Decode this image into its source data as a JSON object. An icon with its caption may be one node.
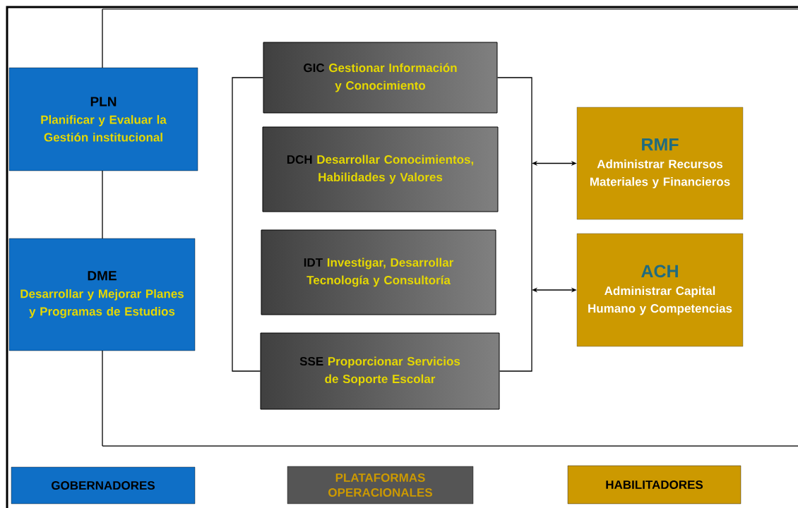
{
  "diagram": {
    "nodes": [
      {
        "text": [
          "PLN",
          "Planificar y Evaluar la Gestión institucional"
        ]
      },
      {
        "text": [
          "DME",
          "Desarrollar y Mejorar Planes y Programas de Estudios"
        ]
      },
      {
        "text": [
          "GIC",
          "Gestionar Información y Conocimiento"
        ]
      },
      {
        "text": [
          "DCH",
          "Desarrollar Conocimientos, Habilidades y Valores"
        ]
      },
      {
        "text": [
          "IDT",
          "Investigar, Desarrollar Tecnología y Consultoría"
        ]
      },
      {
        "text": [
          "SSE",
          "Proporcionar Servicios de Soporte Escolar"
        ]
      },
      {
        "text": [
          "RMF",
          "Administrar Recursos Materiales y Financieros"
        ]
      },
      {
        "text": [
          "ACH",
          "Administrar Capital Humano y Competencias"
        ]
      }
    ],
    "edges": [
      {
        "from": 2,
        "to": 5,
        "arrow": "none"
      },
      {
        "from": 2,
        "to": 5,
        "arrow": "none"
      },
      {
        "from": null,
        "to": 6,
        "arrow": "both"
      },
      {
        "from": null,
        "to": 7,
        "arrow": "both"
      }
    ],
    "legend": [
      {
        "text": "GOBERNADORES",
        "color": "#0f6fc6"
      },
      {
        "text": "PLATAFORMAS OPERACIONALES",
        "color": "#555555"
      },
      {
        "text": "HABILITADORES",
        "color": "#cc9900"
      }
    ]
  }
}
